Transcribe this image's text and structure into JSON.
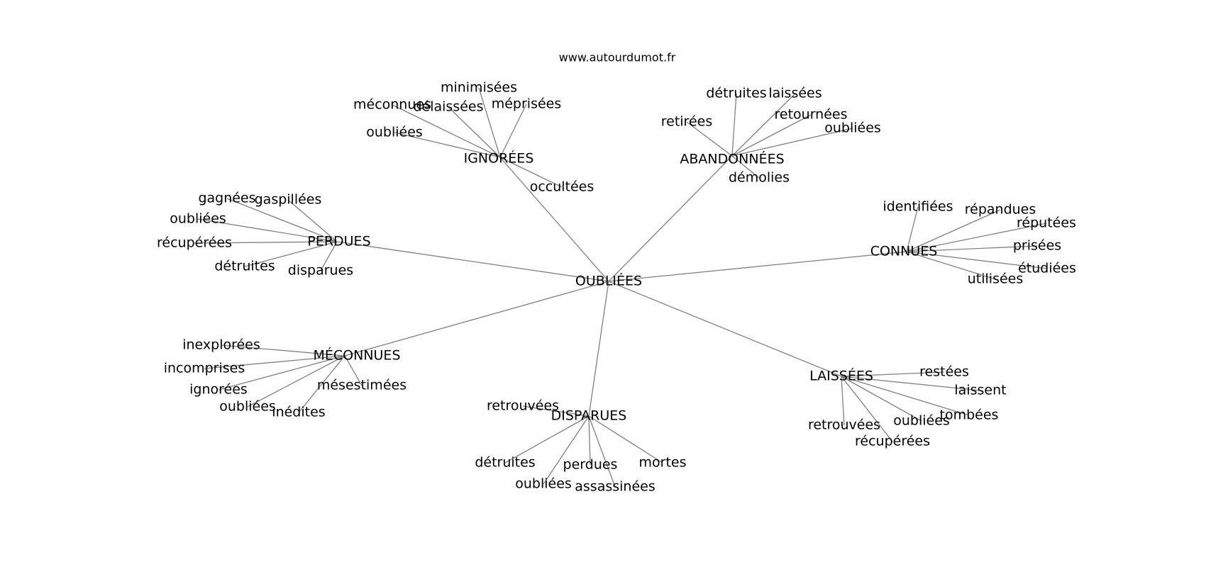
{
  "site": "www.autourdumot.fr",
  "graph": {
    "root": "OUBLIÉES",
    "hubs": [
      {
        "label": "IGNORÉES",
        "leaves": [
          "minimisées",
          "méconnues",
          "délaissées",
          "méprisées",
          "oubliées",
          "occultées"
        ]
      },
      {
        "label": "ABANDONNÉES",
        "leaves": [
          "détruites",
          "laissées",
          "retirées",
          "retournées",
          "oubliées",
          "démolies"
        ]
      },
      {
        "label": "PERDUES",
        "leaves": [
          "gagnées",
          "gaspillées",
          "oubliées",
          "récupérées",
          "détruites",
          "disparues"
        ]
      },
      {
        "label": "CONNUES",
        "leaves": [
          "identifiées",
          "répandues",
          "réputées",
          "prisées",
          "étudiées",
          "utilisées"
        ]
      },
      {
        "label": "MÉCONNUES",
        "leaves": [
          "inexplorées",
          "incomprises",
          "ignorées",
          "oubliées",
          "inédites",
          "mésestimées"
        ]
      },
      {
        "label": "DISPARUES",
        "leaves": [
          "retrouvées",
          "détruites",
          "perdues",
          "mortes",
          "oubliées",
          "assassinées"
        ]
      },
      {
        "label": "LAISSÉES",
        "leaves": [
          "restées",
          "laissent",
          "tombées",
          "oubliées",
          "retrouvées",
          "récupérées"
        ]
      }
    ]
  }
}
